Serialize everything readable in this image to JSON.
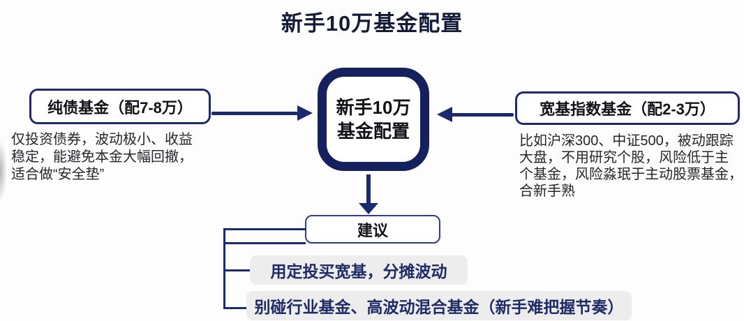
{
  "title": "新手10万基金配置",
  "colors": {
    "navy_arrow": "#1b2a6e",
    "center_border": "#15215f",
    "box_border": "#1e2a6e",
    "suggest_border": "#2e3c8e",
    "bar_bg": "#ededee",
    "bar_text": "#1e2b66",
    "title_text": "#131b38",
    "body_text": "#24262b"
  },
  "left_branch": {
    "label": "纯债基金（配7-8万）",
    "desc_lines": [
      "仅投资债券，波动极小、收益",
      "稳定，能避免本金大幅回撤，",
      "适合做“安全垫”"
    ]
  },
  "center_node": {
    "line1": "新手10万",
    "line2": "基金配置"
  },
  "right_branch": {
    "label": "宽基指数基金（配2-3万）",
    "desc_lines": [
      "比如沪深300、中证500，被动跟踪",
      "大盘，不用研究个股，风险低于主",
      "个基金，风险淼珉于主动股票基金，",
      "合新手熟"
    ]
  },
  "suggestion": {
    "header": "建议",
    "items": [
      "用定投买宽基，分摊波动",
      "别碰行业基金、高波动混合基金（新手难把握节奏）"
    ]
  }
}
